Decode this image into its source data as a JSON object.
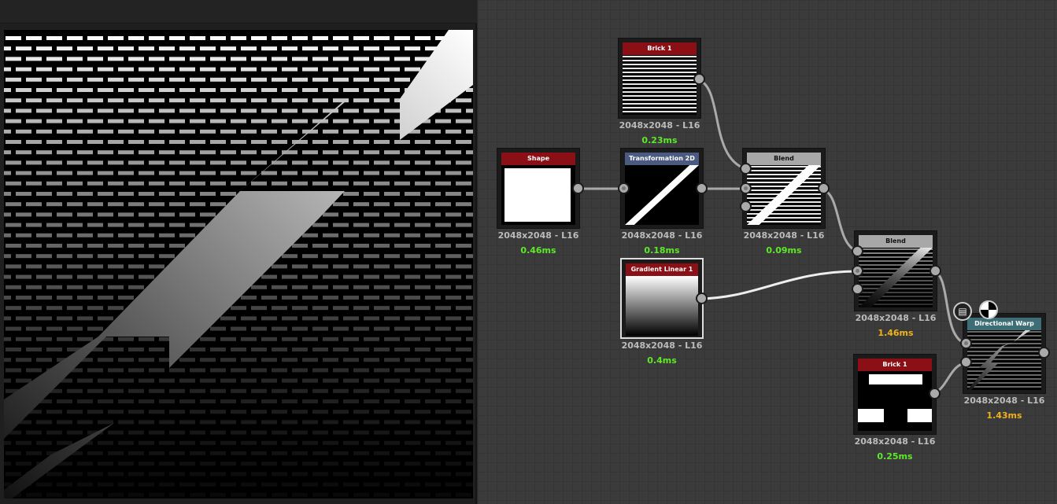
{
  "nodes": [
    {
      "id": "brick-top",
      "title": "Brick 1",
      "resolution": "2048x2048 - L16",
      "time": "0.23ms"
    },
    {
      "id": "shape",
      "title": "Shape",
      "resolution": "2048x2048 - L16",
      "time": "0.46ms"
    },
    {
      "id": "transformation-2d",
      "title": "Transformation 2D",
      "resolution": "2048x2048 - L16",
      "time": "0.18ms"
    },
    {
      "id": "gradient-linear",
      "title": "Gradient Linear 1",
      "resolution": "2048x2048 - L16",
      "time": "0.4ms"
    },
    {
      "id": "blend-1",
      "title": "Blend",
      "resolution": "2048x2048 - L16",
      "time": "0.09ms"
    },
    {
      "id": "blend-2",
      "title": "Blend",
      "resolution": "2048x2048 - L16",
      "time": "1.46ms"
    },
    {
      "id": "brick-bottom",
      "title": "Brick 1",
      "resolution": "2048x2048 - L16",
      "time": "0.25ms"
    },
    {
      "id": "directional-warp",
      "title": "Directional Warp",
      "resolution": "2048x2048 - L16",
      "time": "1.43ms"
    }
  ],
  "colors": {
    "fast": "#5ee82a",
    "slow": "#f0b21a",
    "generator": "#8b1015",
    "transform": "#4a5a80",
    "blend": "#a8a8a8",
    "warp": "#3d6e75"
  },
  "icons": {
    "doc": "document-icon",
    "checker": "checker-icon"
  }
}
